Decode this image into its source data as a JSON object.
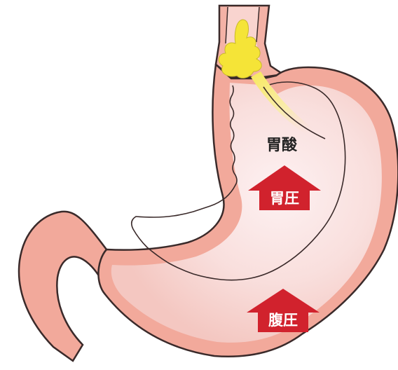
{
  "labels": {
    "stomach_acid": "胃酸",
    "gastric_pressure": "胃圧",
    "abdominal_pressure": "腹圧"
  },
  "colors": {
    "background": "#ffffff",
    "stomach_wall": "#f2a99b",
    "stomach_inner": "#f9d7d2",
    "outline": "#3a2a2a",
    "acid": "#f5e437",
    "arrow": "#d1222d"
  }
}
